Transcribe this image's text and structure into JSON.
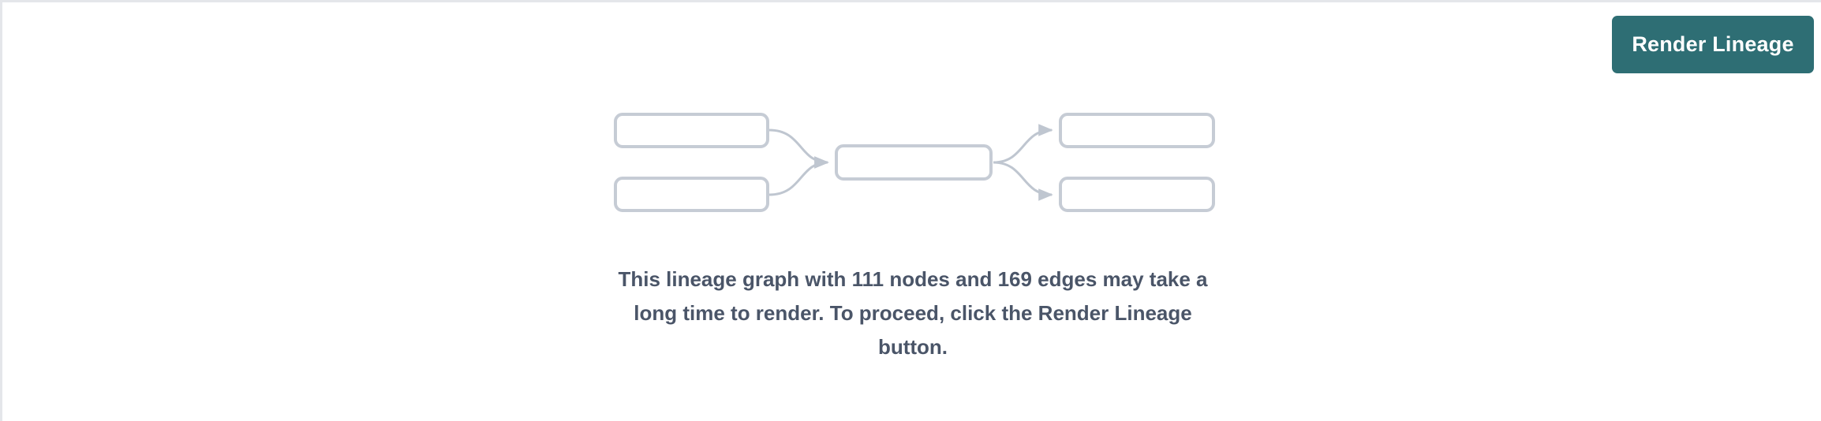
{
  "panel": {
    "background_color": "#ffffff",
    "border_color": "#e4e6ea"
  },
  "toolbar": {
    "render_lineage_label": "Render Lineage",
    "button_color": "#2e6e74",
    "button_text_color": "#ffffff"
  },
  "notice": {
    "message": "This lineage graph with 111 nodes and 169 edges may take a long time to render. To proceed, click the Render Lineage button.",
    "node_count": 111,
    "edge_count": 169,
    "text_color": "#4a5568"
  },
  "skeleton": {
    "node_border_color": "#c6ccd5",
    "edge_color": "#bfc6d0",
    "nodes": [
      {
        "id": "source-1",
        "label": "",
        "column": "left",
        "row": 1
      },
      {
        "id": "source-2",
        "label": "",
        "column": "left",
        "row": 2
      },
      {
        "id": "center",
        "label": "",
        "column": "center",
        "row": 1
      },
      {
        "id": "target-1",
        "label": "",
        "column": "right",
        "row": 1
      },
      {
        "id": "target-2",
        "label": "",
        "column": "right",
        "row": 2
      }
    ],
    "edges": [
      {
        "from": "source-1",
        "to": "center",
        "arrow": true
      },
      {
        "from": "source-2",
        "to": "center",
        "arrow": true
      },
      {
        "from": "center",
        "to": "target-1",
        "arrow": true
      },
      {
        "from": "center",
        "to": "target-2",
        "arrow": true
      }
    ]
  }
}
